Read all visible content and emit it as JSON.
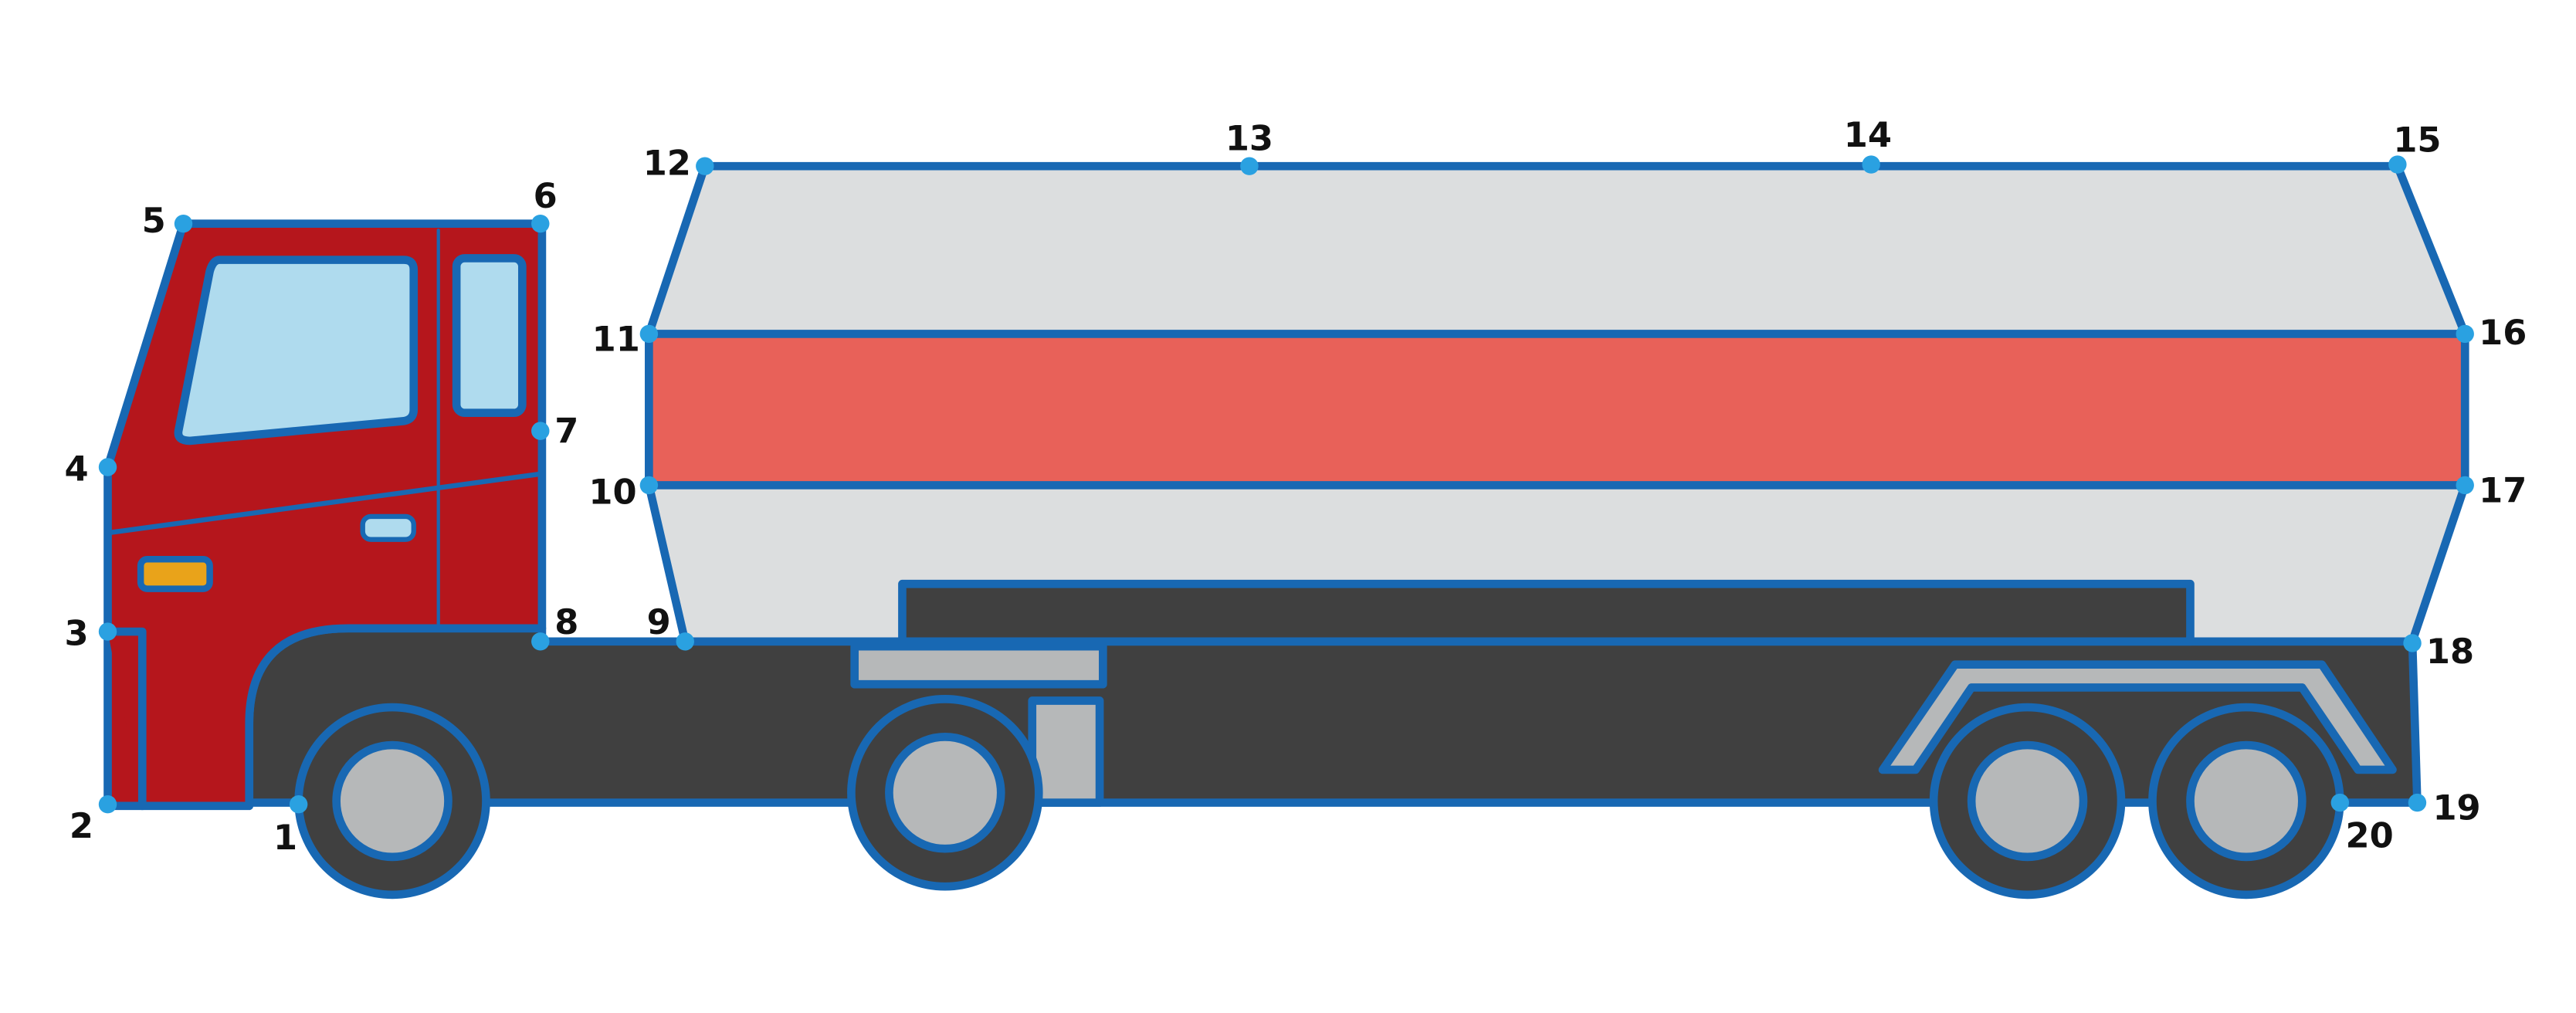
{
  "colors": {
    "outline": "#1868b3",
    "dot": "#2aa1e1",
    "cab_red": "#b5161c",
    "window_blue": "#afdbee",
    "tank_gray": "#dcdedf",
    "stripe_red": "#e86159",
    "chassis_dark": "#404040",
    "hub_gray": "#b6b8b9",
    "indicator_amber": "#e9a31a",
    "label_text": "#111111"
  },
  "points": [
    {
      "label": "1"
    },
    {
      "label": "2"
    },
    {
      "label": "3"
    },
    {
      "label": "4"
    },
    {
      "label": "5"
    },
    {
      "label": "6"
    },
    {
      "label": "7"
    },
    {
      "label": "8"
    },
    {
      "label": "9"
    },
    {
      "label": "10"
    },
    {
      "label": "11"
    },
    {
      "label": "12"
    },
    {
      "label": "13"
    },
    {
      "label": "14"
    },
    {
      "label": "15"
    },
    {
      "label": "16"
    },
    {
      "label": "17"
    },
    {
      "label": "18"
    },
    {
      "label": "19"
    },
    {
      "label": "20"
    }
  ]
}
